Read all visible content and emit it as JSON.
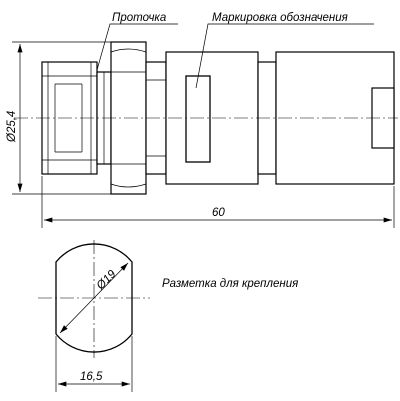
{
  "labels": {
    "groove": "Проточка",
    "marking": "Маркировка обозначения",
    "mounting": "Разметка для крепления"
  },
  "dimensions": {
    "diameter_body": "Ø25,4",
    "length_total": "60",
    "diameter_hole": "Ø19",
    "flat_width": "16,5"
  }
}
